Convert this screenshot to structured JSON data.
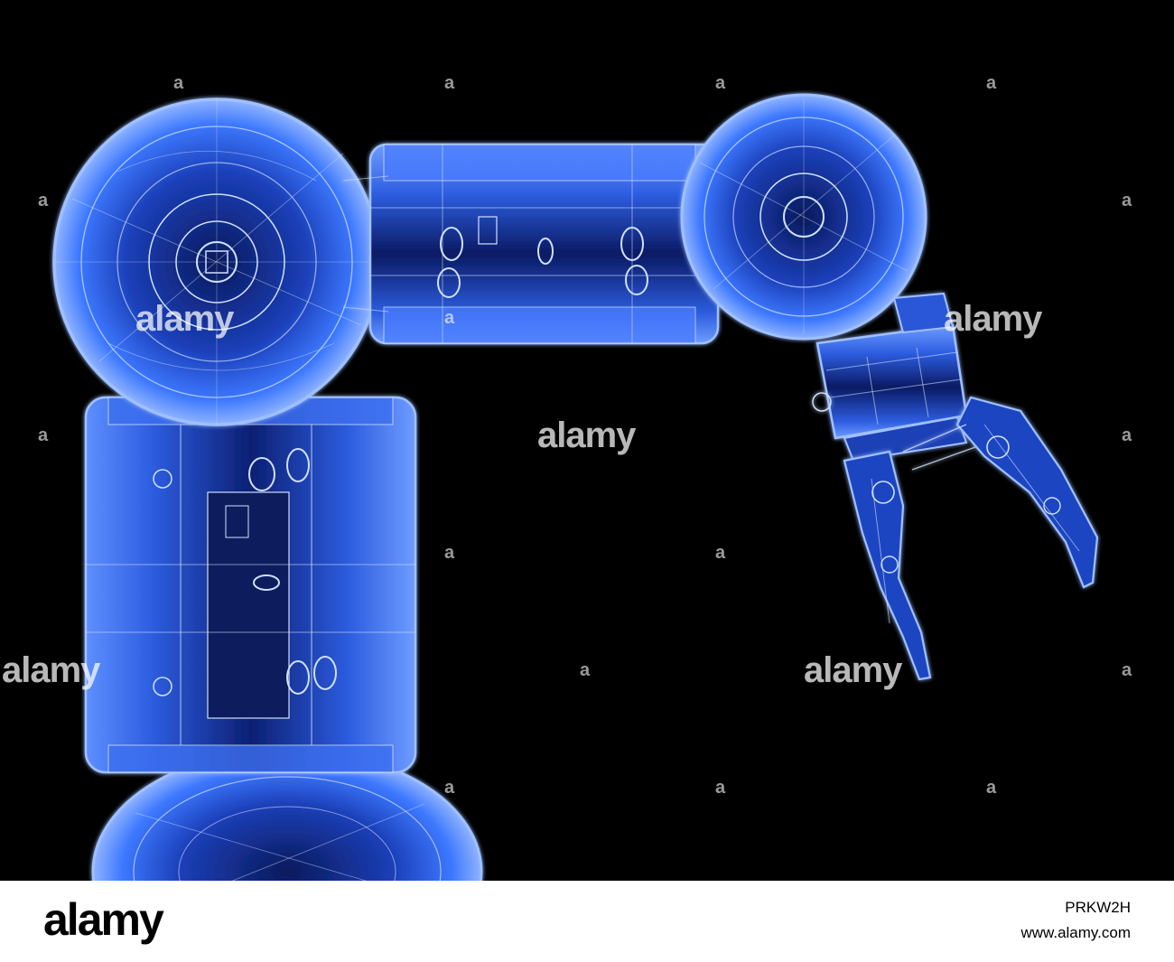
{
  "image": {
    "subject": "x-ray robotic arm",
    "colors": {
      "background": "#000000",
      "glow": "#2f6cff",
      "highlight": "#cfe0ff",
      "footer": "#ffffff"
    }
  },
  "watermarks": {
    "brand": "alamy",
    "mark": "a"
  },
  "footer": {
    "logo": "alamy",
    "image_id": "PRKW2H",
    "url": "www.alamy.com"
  }
}
